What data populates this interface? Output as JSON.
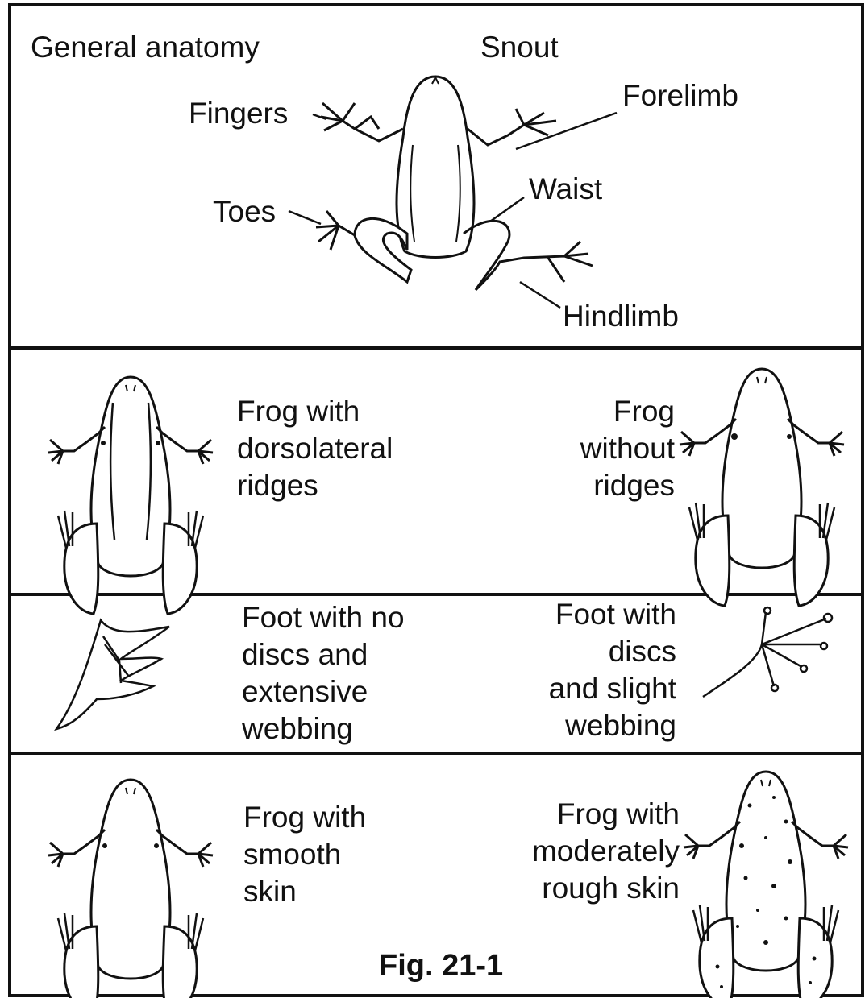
{
  "panels": {
    "anatomy": {
      "title": "General anatomy",
      "labels": {
        "snout": "Snout",
        "fingers": "Fingers",
        "forelimb": "Forelimb",
        "waist": "Waist",
        "toes": "Toes",
        "hindlimb": "Hindlimb"
      }
    },
    "ridges": {
      "left": [
        "Frog with",
        "dorsolateral",
        "ridges"
      ],
      "right": [
        "Frog",
        "without",
        "ridges"
      ]
    },
    "feet": {
      "left": [
        "Foot with no",
        "discs and",
        "extensive",
        "webbing"
      ],
      "right": [
        "Foot with",
        "discs",
        "and slight",
        "webbing"
      ]
    },
    "skin": {
      "left": [
        "Frog with",
        "smooth",
        "skin"
      ],
      "right": [
        "Frog with",
        "moderately",
        "rough skin"
      ]
    }
  },
  "caption": "Fig. 21-1"
}
